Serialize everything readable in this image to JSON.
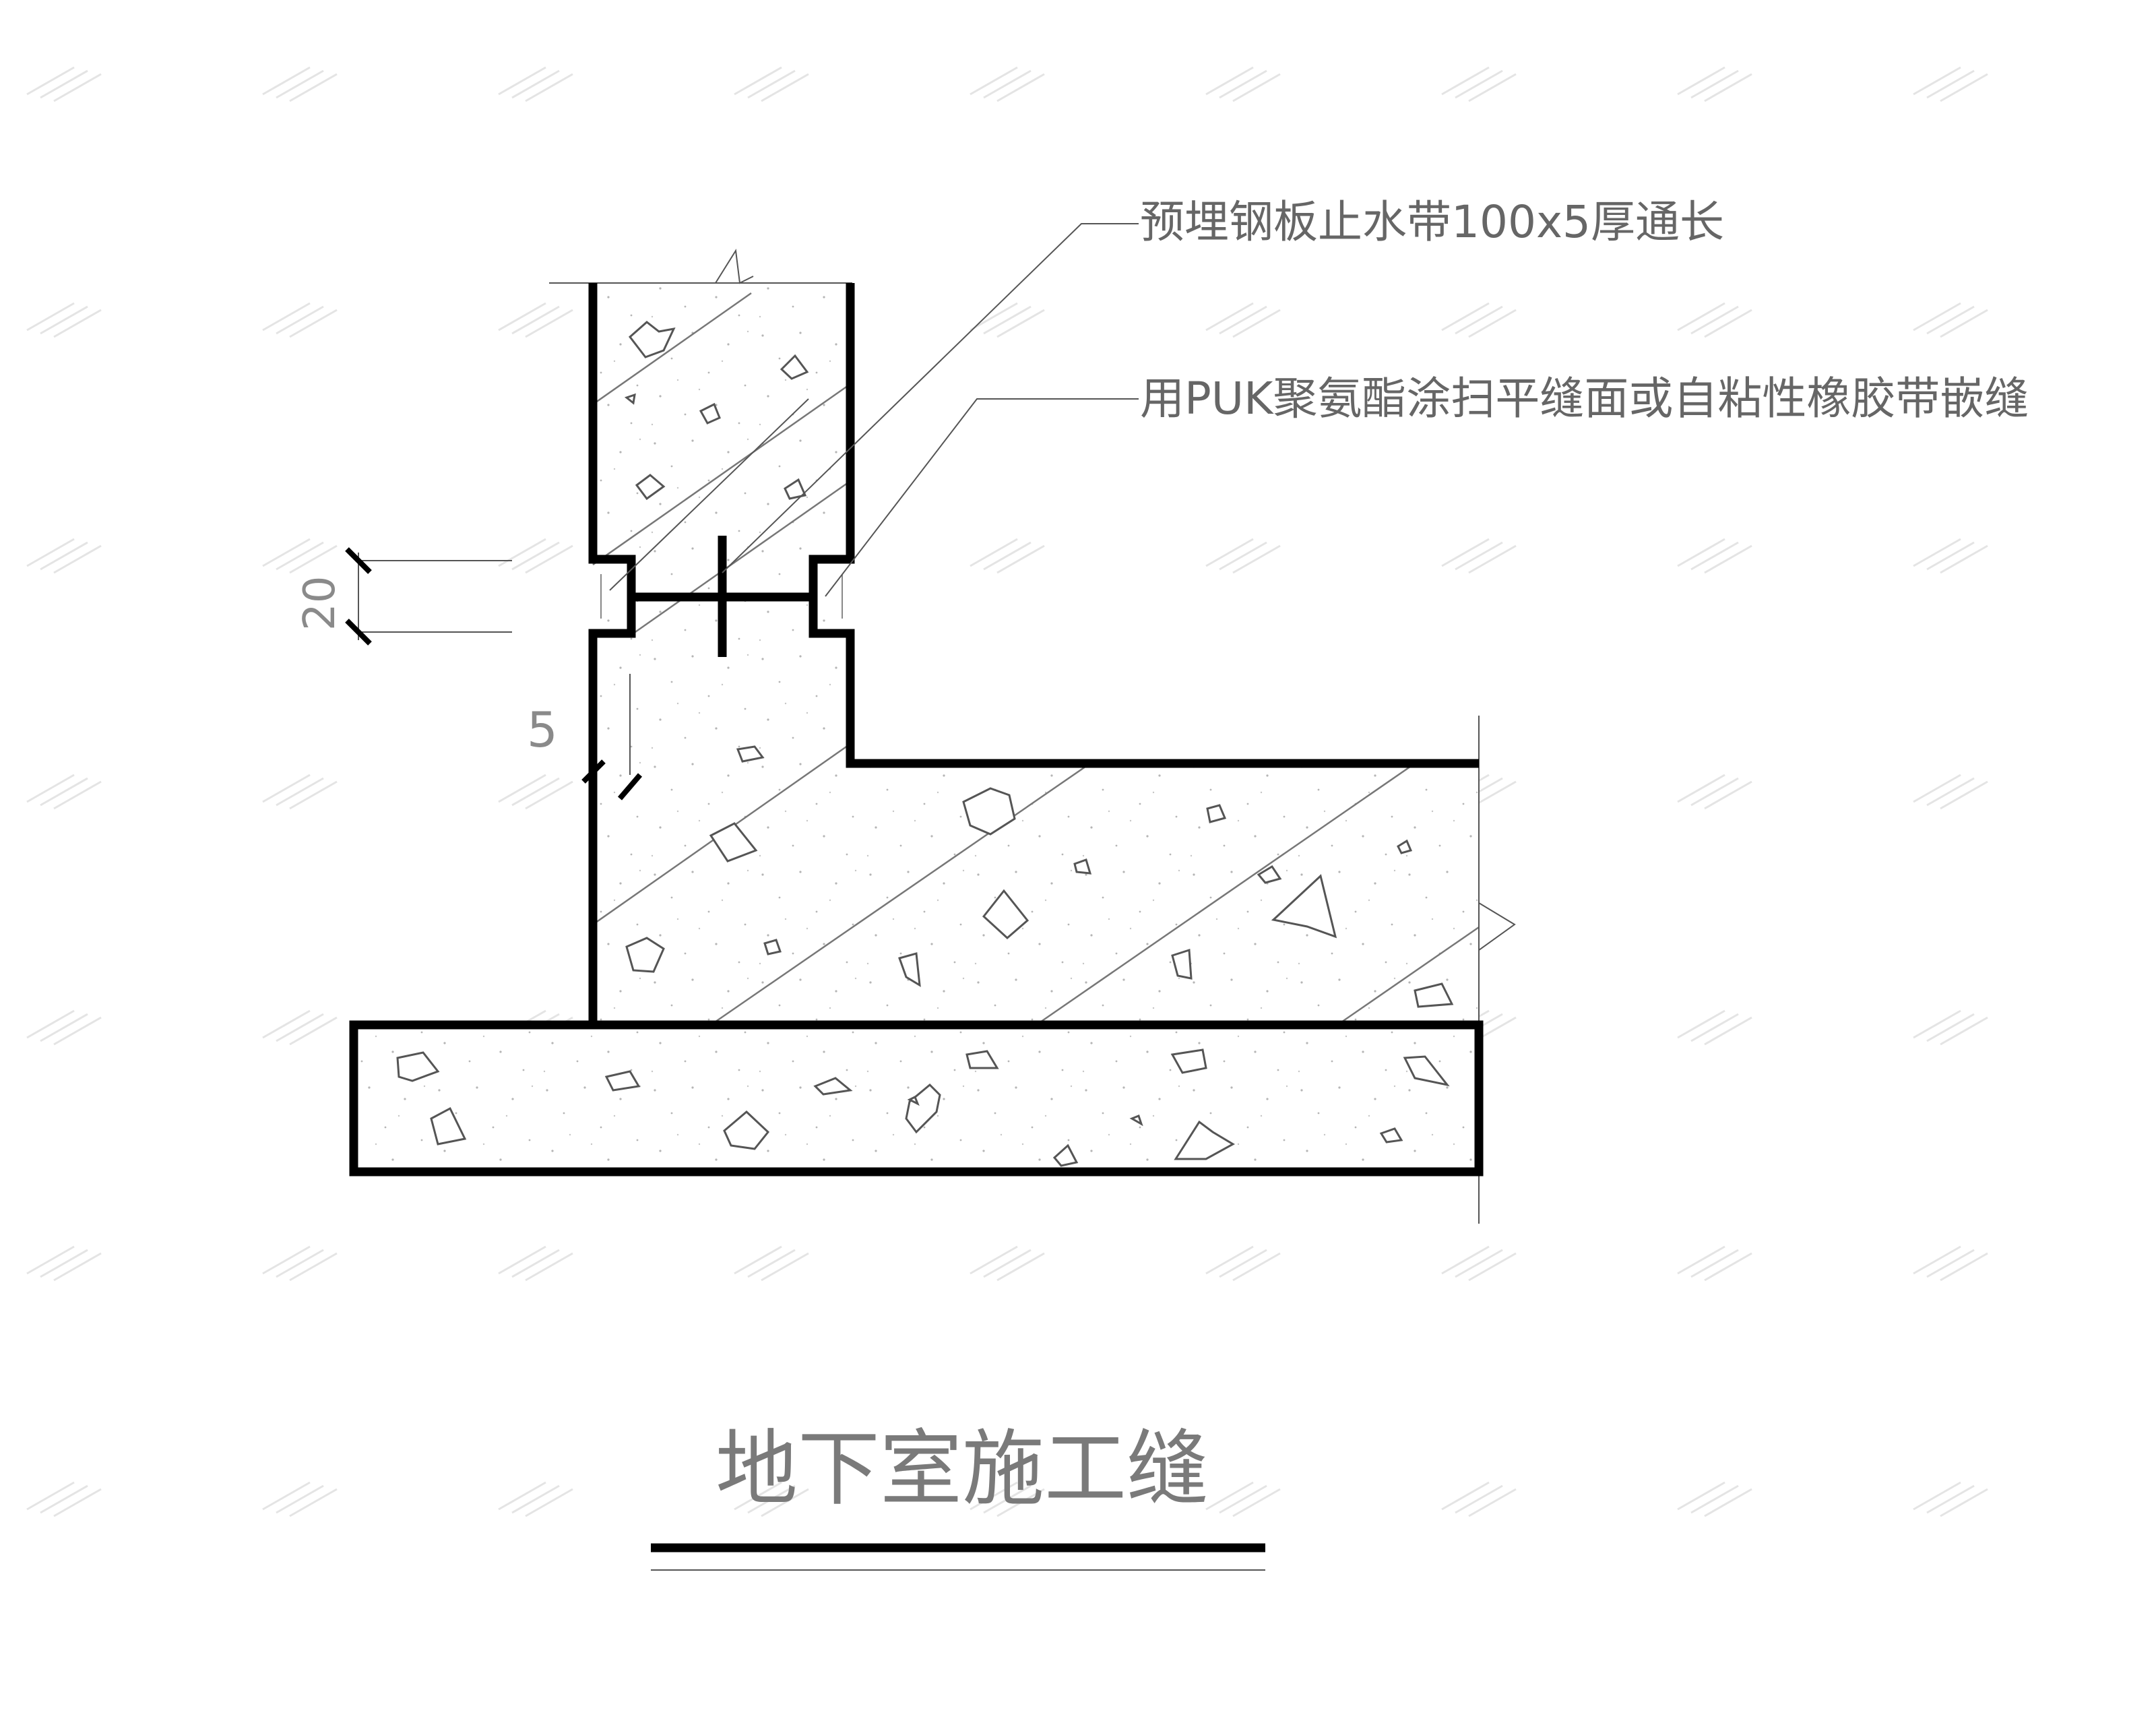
{
  "drawing": {
    "title": "地下室施工缝",
    "labels": {
      "waterstop": "预埋钢板止水带100x5厚通长",
      "sealant": "用PUK聚氨酯涂扫平缝面或自粘性橡胶带嵌缝"
    },
    "dimensions": {
      "groove_depth": "20",
      "plate_thickness": "5"
    }
  }
}
